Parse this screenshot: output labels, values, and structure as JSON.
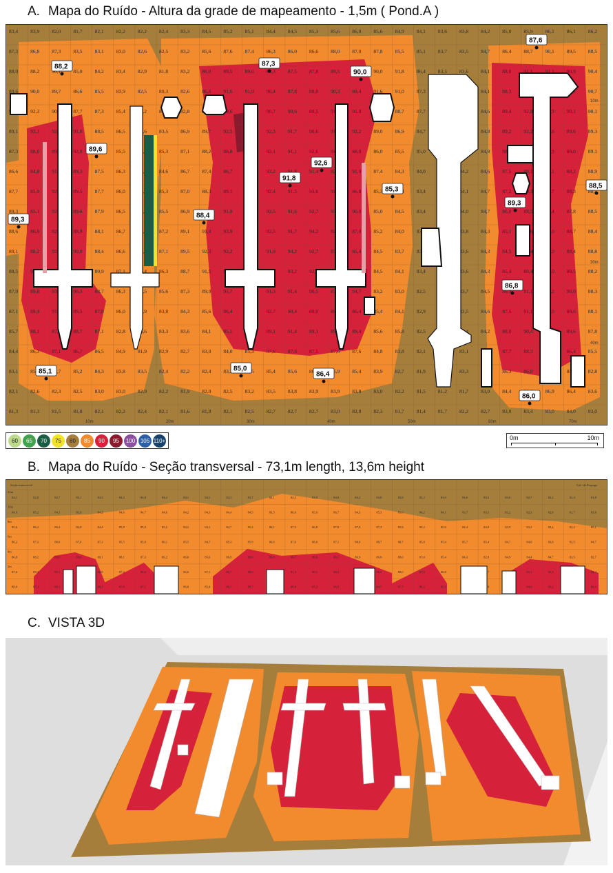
{
  "sections": {
    "a": {
      "letter": "A.",
      "title": "Mapa do Ruído - Altura da grade de mapeamento - 1,5m ( Pond.A )"
    },
    "b": {
      "letter": "B.",
      "title": "Mapa do Ruído - Seção transversal - 73,1m length, 13,6m height"
    },
    "c": {
      "letter": "C.",
      "title": "VISTA 3D"
    }
  },
  "legend": [
    {
      "label": "60",
      "color": "#bcd98c"
    },
    {
      "label": "65",
      "color": "#3fa34d"
    },
    {
      "label": "70",
      "color": "#1a5e44"
    },
    {
      "label": "75",
      "color": "#f2e22a"
    },
    {
      "label": "80",
      "color": "#a57e3c"
    },
    {
      "label": "85",
      "color": "#f28a2e"
    },
    {
      "label": "90",
      "color": "#d6213a"
    },
    {
      "label": "95",
      "color": "#8c1a2e"
    },
    {
      "label": "100",
      "color": "#8a4f9e"
    },
    {
      "label": "105",
      "color": "#2b5fa8"
    },
    {
      "label": "110+",
      "color": "#16436e"
    }
  ],
  "scale": {
    "start": "0m",
    "end": "10m"
  },
  "map_side_labels": [
    "10m",
    "20m",
    "30m",
    "40m"
  ],
  "map_bottom_labels": [
    "10m",
    "20m",
    "30m",
    "40m",
    "50m",
    "60m",
    "70m"
  ],
  "section_title_label": "Seção transversal",
  "section_end_label": "Cal--de Propaga",
  "section_side_labels": [
    "12m",
    "10m",
    "8m",
    "6m",
    "4m",
    "2m"
  ],
  "callouts": [
    {
      "label": "88,2"
    },
    {
      "label": "87,3"
    },
    {
      "label": "90,0"
    },
    {
      "label": "87,6"
    },
    {
      "label": "89,6"
    },
    {
      "label": "92,6"
    },
    {
      "label": "91,8"
    },
    {
      "label": "85,3"
    },
    {
      "label": "88,5"
    },
    {
      "label": "89,3"
    },
    {
      "label": "88,4"
    },
    {
      "label": "89,3"
    },
    {
      "label": "86,8"
    },
    {
      "label": "85,0"
    },
    {
      "label": "86,4"
    },
    {
      "label": "85,1"
    },
    {
      "label": "86,0"
    }
  ],
  "grid_rows": [
    [
      "83,4",
      "83,9",
      "82,0",
      "81,7",
      "82,1",
      "82,2",
      "82,2",
      "82,4",
      "83,3",
      "84,5",
      "85,2",
      "85,1",
      "84,4",
      "84,5",
      "85,3",
      "85,6",
      "86,0",
      "85,6",
      "84,9",
      "84,1",
      "83,6",
      "83,8",
      "84,2",
      "85,0",
      "85,9",
      "86,1",
      "86,1",
      "86,2"
    ],
    [
      "87,3",
      "86,8",
      "87,3",
      "83,5",
      "83,1",
      "83,0",
      "82,6",
      "82,5",
      "83,2",
      "85,6",
      "87,6",
      "87,4",
      "86,3",
      "86,0",
      "86,6",
      "88,0",
      "87,0",
      "87,8",
      "85,5",
      "85,1",
      "83,7",
      "83,5",
      "84,7",
      "86,4",
      "88,7",
      "90,1",
      "89,5",
      "88,5"
    ],
    [
      "88,0",
      "88,2",
      "90,1",
      "85,0",
      "84,2",
      "83,4",
      "82,9",
      "81,8",
      "83,2",
      "86,0",
      "89,5",
      "89,6",
      "88,3",
      "87,5",
      "87,8",
      "89,5",
      "89,7",
      "90,0",
      "91,8",
      "86,4",
      "83,5",
      "83,6",
      "84,1",
      "88,0",
      "91,1",
      "91,1",
      "90,9",
      "90,4"
    ],
    [
      "89,6",
      "90,0",
      "89,7",
      "86,6",
      "85,5",
      "83,9",
      "82,5",
      "80,3",
      "82,6",
      "86,6",
      "91,6",
      "91,9",
      "90,4",
      "87,8",
      "88,8",
      "90,3",
      "89,4",
      "91,6",
      "91,0",
      "87,3",
      "83,4",
      "84,0",
      "84,1",
      "88,3",
      "90,8",
      "90,3",
      "89,7",
      "90,7"
    ],
    [
      "90,3",
      "92,3",
      "90,4",
      "87,7",
      "87,3",
      "85,4",
      "83,2",
      "80,4",
      "82,8",
      "86,2",
      "89,6",
      "90,3",
      "90,7",
      "90,6",
      "89,5",
      "91,7",
      "91,8",
      "89,8",
      "88,7",
      "87,7",
      "83,9",
      "84,1",
      "84,6",
      "89,4",
      "92,8",
      "90,9",
      "90,1",
      "90,1"
    ],
    [
      "89,1",
      "93,1",
      "92,4",
      "91,8",
      "88,5",
      "86,5",
      "83,6",
      "83,5",
      "86,9",
      "89,7",
      "92,5",
      "93,3",
      "92,3",
      "91,7",
      "90,6",
      "91,7",
      "92,2",
      "89,0",
      "86,9",
      "84,7",
      "83,7",
      "84,3",
      "84,8",
      "89,2",
      "92,2",
      "89,6",
      "89,6",
      "89,3"
    ],
    [
      "87,3",
      "88,0",
      "89,6",
      "92,0",
      "87,1",
      "85,5",
      "83,6",
      "85,3",
      "87,1",
      "88,2",
      "88,8",
      "90,2",
      "92,1",
      "91,1",
      "92,6",
      "91,4",
      "88,8",
      "86,0",
      "85,5",
      "85,0",
      "84,1",
      "84,5",
      "84,9",
      "88,7",
      "90,8",
      "89,9",
      "89,0",
      "89,1"
    ],
    [
      "86,6",
      "84,8",
      "91,3",
      "89,3",
      "87,5",
      "86,3",
      "83,9",
      "84,6",
      "86,7",
      "87,4",
      "86,7",
      "90,8",
      "92,2",
      "91,8",
      "91,4",
      "92,8",
      "91,0",
      "87,4",
      "84,3",
      "84,0",
      "83,8",
      "84,2",
      "84,6",
      "87,5",
      "89,1",
      "88,1",
      "88,2",
      "88,9"
    ],
    [
      "87,7",
      "85,9",
      "92,2",
      "89,5",
      "87,7",
      "86,0",
      "83,9",
      "85,3",
      "87,0",
      "88,3",
      "89,1",
      "92,6",
      "92,4",
      "91,5",
      "93,6",
      "91,0",
      "86,8",
      "85,3",
      "84,4",
      "83,4",
      "83,6",
      "84,1",
      "84,7",
      "87,2",
      "89,3",
      "87,7",
      "88,3",
      "88,5"
    ],
    [
      "89,3",
      "85,1",
      "92,5",
      "89,6",
      "87,9",
      "86,5",
      "84,9",
      "85,5",
      "86,9",
      "88,4",
      "91,9",
      "93,7",
      "92,5",
      "91,6",
      "92,7",
      "93,1",
      "90,0",
      "85,0",
      "84,5",
      "83,4",
      "83,8",
      "84,0",
      "84,7",
      "86,0",
      "88,5",
      "87,4",
      "87,8",
      "88,5"
    ],
    [
      "88,6",
      "86,9",
      "92,4",
      "88,9",
      "88,1",
      "86,7",
      "84,8",
      "87,2",
      "89,1",
      "91,4",
      "93,9",
      "92,3",
      "92,5",
      "91,7",
      "94,2",
      "92,7",
      "87,0",
      "85,2",
      "84,0",
      "83,3",
      "83,9",
      "83,8",
      "84,3",
      "85,1",
      "87,6",
      "88,0",
      "88,7",
      "88,4"
    ],
    [
      "89,1",
      "88,2",
      "92,6",
      "90,0",
      "88,4",
      "86,6",
      "84,7",
      "87,1",
      "89,5",
      "92,3",
      "92,2",
      "92,5",
      "91,9",
      "94,2",
      "92,7",
      "87,2",
      "85,4",
      "84,5",
      "83,7",
      "83,3",
      "83,6",
      "83,6",
      "84,3",
      "84,5",
      "87,4",
      "88,0",
      "88,4",
      "88,8"
    ],
    [
      "88,5",
      "92,0",
      "93,7",
      "92,2",
      "89,9",
      "87,1",
      "86,4",
      "86,3",
      "88,7",
      "91,5",
      "91,3",
      "92,6",
      "93,5",
      "93,2",
      "92,4",
      "89,1",
      "85,4",
      "84,5",
      "84,1",
      "83,4",
      "83,7",
      "83,6",
      "84,3",
      "85,4",
      "89,4",
      "88,0",
      "89,5",
      "88,2"
    ],
    [
      "87,9",
      "89,8",
      "93,3",
      "90,3",
      "88,7",
      "86,3",
      "85,5",
      "85,6",
      "87,3",
      "89,9",
      "91,7",
      "91,7",
      "91,3",
      "91,4",
      "90,5",
      "87,9",
      "84,7",
      "83,2",
      "83,0",
      "82,5",
      "83,4",
      "83,7",
      "84,5",
      "86,9",
      "91,1",
      "89,2",
      "90,0",
      "88,3"
    ],
    [
      "87,1",
      "89,4",
      "91,6",
      "89,5",
      "87,8",
      "86,0",
      "84,9",
      "83,8",
      "84,3",
      "85,6",
      "86,4",
      "90,0",
      "92,7",
      "90,4",
      "89,0",
      "89,3",
      "86,4",
      "85,4",
      "84,1",
      "82,9",
      "83,3",
      "83,5",
      "84,6",
      "87,5",
      "91,1",
      "89,0",
      "89,6",
      "88,1"
    ],
    [
      "85,7",
      "88,1",
      "87,4",
      "88,7",
      "87,1",
      "82,8",
      "86,6",
      "83,3",
      "83,6",
      "84,1",
      "85,1",
      "89,2",
      "89,1",
      "91,4",
      "89,1",
      "89,1",
      "89,4",
      "85,6",
      "85,8",
      "82,5",
      "82,7",
      "83,4",
      "84,2",
      "88,0",
      "90,4",
      "90,2",
      "89,6",
      "87,8"
    ],
    [
      "84,4",
      "86,3",
      "87,1",
      "86,7",
      "86,5",
      "84,9",
      "81,9",
      "82,9",
      "82,7",
      "83,0",
      "84,0",
      "85,3",
      "87,6",
      "87,6",
      "87,5",
      "87,6",
      "87,6",
      "84,8",
      "83,8",
      "82,1",
      "82,4",
      "83,1",
      "84,4",
      "87,7",
      "88,3",
      "87,5",
      "86,4",
      "85,5"
    ],
    [
      "83,1",
      "85,1",
      "84,7",
      "85,2",
      "84,3",
      "83,8",
      "83,5",
      "82,4",
      "82,2",
      "82,4",
      "83,2",
      "84,5",
      "85,4",
      "85,6",
      "86,4",
      "85,9",
      "85,4",
      "83,9",
      "82,7",
      "81,9",
      "82,1",
      "83,3",
      "84,5",
      "86,3",
      "86,0",
      "87,8",
      "85,8",
      "82,8"
    ],
    [
      "82,1",
      "82,6",
      "82,3",
      "82,5",
      "83,0",
      "83,0",
      "82,9",
      "82,2",
      "81,9",
      "82,0",
      "82,5",
      "83,2",
      "83,5",
      "83,8",
      "83,9",
      "83,9",
      "83,8",
      "83,0",
      "82,2",
      "81,5",
      "81,2",
      "81,7",
      "83,0",
      "84,4",
      "86,0",
      "86,9",
      "86,4",
      "83,6"
    ],
    [
      "81,3",
      "81,3",
      "81,5",
      "81,8",
      "82,1",
      "82,2",
      "82,4",
      "82,1",
      "81,6",
      "81,8",
      "82,1",
      "82,5",
      "82,7",
      "82,7",
      "82,7",
      "83,0",
      "82,8",
      "82,3",
      "81,7",
      "81,4",
      "81,7",
      "82,2",
      "82,7",
      "83,0",
      "83,4",
      "83,0",
      "84,0",
      "83,0"
    ]
  ],
  "section_rows": [
    [
      "84,1",
      "82,8",
      "82,7",
      "83,1",
      "84,5",
      "84,4",
      "84,8",
      "84,4",
      "84,1",
      "84,1",
      "84,3",
      "83,7",
      "82,1",
      "84,3",
      "83,9",
      "84,0",
      "84,2",
      "83,8",
      "83,8",
      "83,2",
      "83,9",
      "83,6",
      "83,5",
      "83,0",
      "82,7",
      "82,2",
      "82,4",
      "81,8"
    ],
    [
      "84,6",
      "85,2",
      "84,1",
      "83,9",
      "84,2",
      "84,6",
      "84,7",
      "84,6",
      "84,2",
      "84,3",
      "84,4",
      "84,5",
      "83,5",
      "86,0",
      "85,9",
      "86,7",
      "84,3",
      "85,3",
      "85,0",
      "84,2",
      "84,1",
      "83,7",
      "83,1",
      "83,2",
      "82,3",
      "82,8",
      "81,7",
      "83,6"
    ],
    [
      "85,6",
      "86,2",
      "86,4",
      "84,8",
      "84,4",
      "85,8",
      "85,9",
      "85,5",
      "84,5",
      "84,1",
      "84,7",
      "85,2",
      "86,1",
      "87,5",
      "86,8",
      "87,8",
      "87,9",
      "87,2",
      "85,8",
      "85,2",
      "85,0",
      "84,4",
      "84,0",
      "83,9",
      "83,2",
      "82,4",
      "82,2",
      "85,1"
    ],
    [
      "86,2",
      "87,3",
      "88,0",
      "87,6",
      "87,3",
      "85,5",
      "85,8",
      "86,1",
      "85,5",
      "84,7",
      "85,3",
      "85,9",
      "86,6",
      "87,9",
      "88,0",
      "87,1",
      "88,0",
      "88,7",
      "88,7",
      "85,8",
      "85,4",
      "85,7",
      "85,4",
      "84,7",
      "84,0",
      "83,8",
      "82,5",
      "84,7"
    ],
    [
      "86,8",
      "88,2",
      "89,5",
      "89,6",
      "88,1",
      "88,1",
      "87,3",
      "86,2",
      "86,0",
      "85,6",
      "86,8",
      "88,0",
      "89,8",
      "90,7",
      "90,6",
      "88,1",
      "86,9",
      "86,8",
      "88,0",
      "87,0",
      "85,4",
      "84,3",
      "82,8",
      "84,9",
      "84,4",
      "84,7",
      "83,5",
      "82,7"
    ],
    [
      "87,6",
      "89,3",
      "90,1",
      "91,1",
      "88,8",
      "87,4",
      "86,6",
      "86,3",
      "86,6",
      "87,1",
      "86,7",
      "88,9",
      "91,4",
      "91,3",
      "90,1",
      "88,4",
      "87,7",
      "86,4",
      "88,0",
      "87,0",
      "86,8",
      "85,5",
      "84,7",
      "84,2",
      "85,1",
      "85,3",
      "83,9",
      "84,4"
    ],
    [
      "88,0",
      "87,3",
      "88,1",
      "89,3",
      "88,2",
      "87,8",
      "87,1",
      "86,7",
      "86,8",
      "85,4",
      "86,7",
      "88,7",
      "88,7",
      "88,8",
      "87,3",
      "86,9",
      "87,2",
      "84,7",
      "87,7",
      "86,2",
      "85,5",
      "86,6",
      "84,0",
      "83,5",
      "84,0",
      "85,2",
      "84,8",
      "84,9"
    ]
  ]
}
